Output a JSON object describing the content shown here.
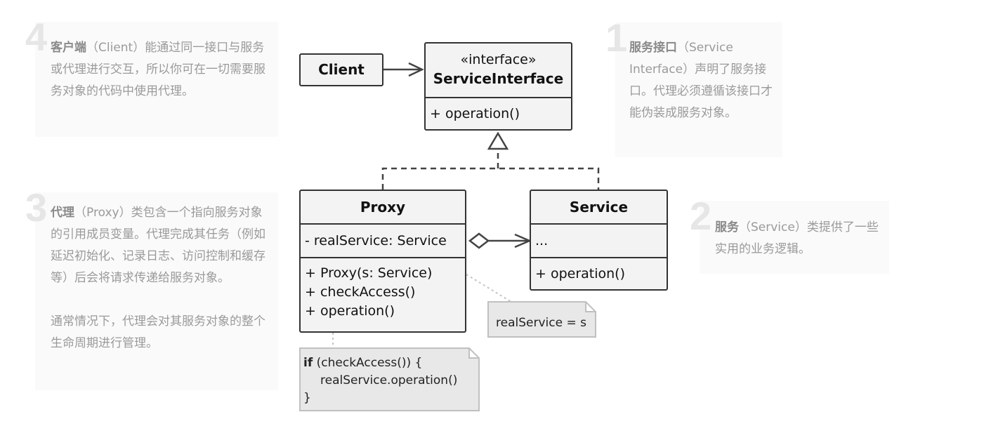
{
  "notes": {
    "n1": {
      "num": "1",
      "title": "服务接口",
      "text": "（Service Interface）声明了服务接口。代理必须遵循该接口才能伪装成服务对象。"
    },
    "n2": {
      "num": "2",
      "title": "服务",
      "text": "（Service）类提供了一些实用的业务逻辑。"
    },
    "n3": {
      "num": "3",
      "title": "代理",
      "text": "（Proxy）类包含一个指向服务对象的引用成员变量。代理完成其任务（例如延迟初始化、记录日志、访问控制和缓存等）后会将请求传递给服务对象。",
      "text2": "通常情况下，代理会对其服务对象的整个生命周期进行管理。"
    },
    "n4": {
      "num": "4",
      "title": "客户端",
      "text": "（Client）能通过同一接口与服务或代理进行交互，所以你可在一切需要服务对象的代码中使用代理。"
    }
  },
  "classes": {
    "client": {
      "name": "Client"
    },
    "interface": {
      "stereotype": "«interface»",
      "name": "ServiceInterface",
      "method": "+ operation()"
    },
    "proxy": {
      "name": "Proxy",
      "field": "- realService: Service",
      "methods": [
        "+ Proxy(s: Service)",
        "+ checkAccess()",
        "+ operation()"
      ]
    },
    "service": {
      "name": "Service",
      "field": "...",
      "method": "+ operation()"
    }
  },
  "comments": {
    "assign": "realService = s",
    "code": {
      "keyword": "if",
      "line1": " (checkAccess()) {",
      "line2": "realService.operation()",
      "line3": "}"
    }
  }
}
